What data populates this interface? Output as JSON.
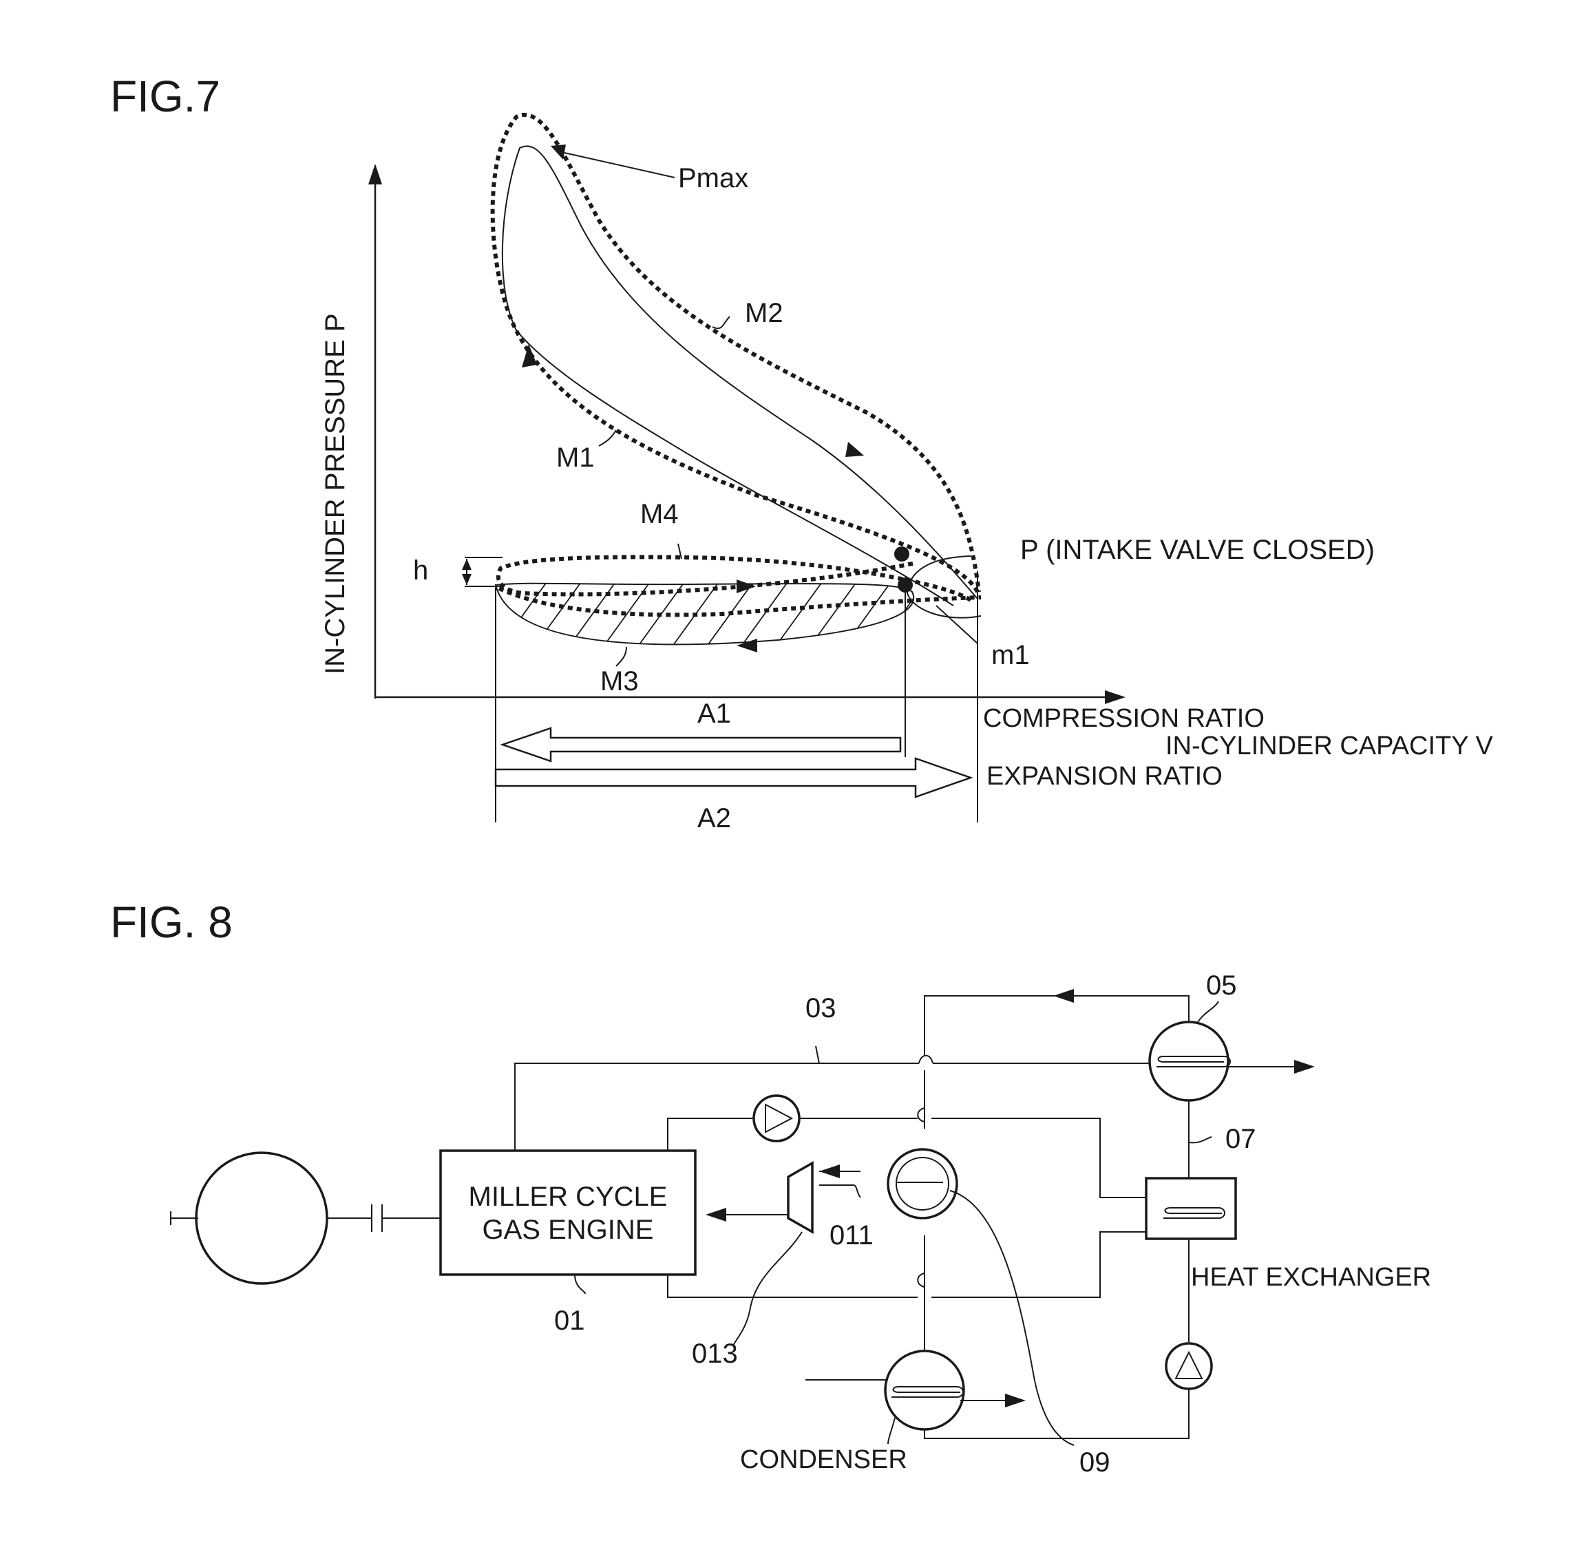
{
  "fig7": {
    "title": "FIG.7",
    "y_axis_label": "IN-CYLINDER PRESSURE P",
    "labels": {
      "pmax": "Pmax",
      "m2": "M2",
      "m1": "M1",
      "m4": "M4",
      "m3": "M3",
      "h": "h",
      "p_point": "P (INTAKE VALVE CLOSED)",
      "m1_point": "m1",
      "a1": "A1",
      "a2": "A2",
      "compression_ratio": "COMPRESSION RATIO",
      "capacity": "IN-CYLINDER CAPACITY V",
      "expansion_ratio": "EXPANSION RATIO"
    }
  },
  "fig8": {
    "title": "FIG. 8",
    "engine_line1": "MILLER CYCLE",
    "engine_line2": "GAS ENGINE",
    "labels": {
      "ref_01": "01",
      "ref_03": "03",
      "ref_05": "05",
      "ref_07": "07",
      "ref_09": "09",
      "ref_011": "011",
      "ref_013": "013",
      "heat_exchanger": "HEAT EXCHANGER",
      "condenser": "CONDENSER"
    }
  }
}
